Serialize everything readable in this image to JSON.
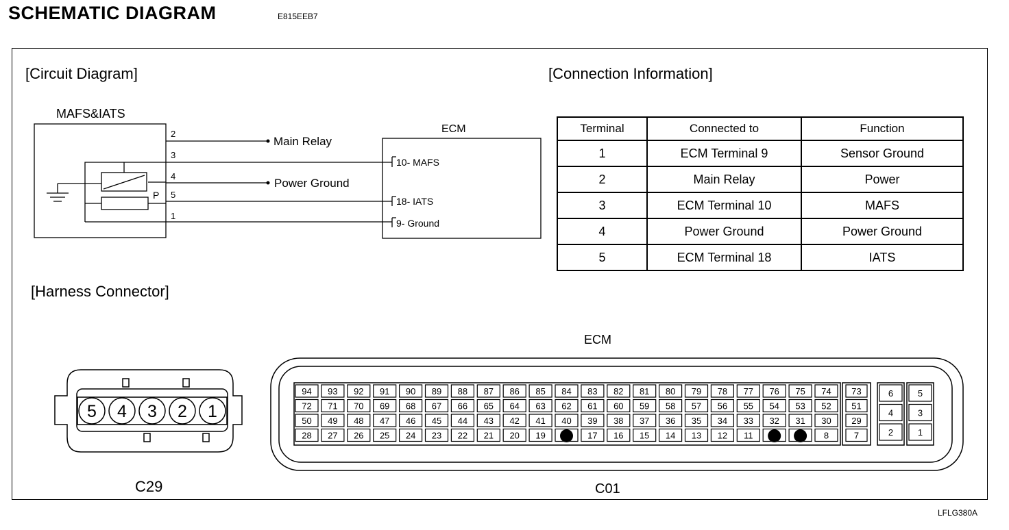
{
  "header": {
    "title": "SCHEMATIC DIAGRAM",
    "code": "E815EEB7"
  },
  "sections": {
    "circuit": "[Circuit Diagram]",
    "connection": "[Connection Information]",
    "harness": "[Harness Connector]"
  },
  "circuit": {
    "sensor_label": "MAFS&IATS",
    "ecm_label": "ECM",
    "p_label": "P",
    "pins": [
      "2",
      "3",
      "4",
      "5",
      "1"
    ],
    "main_relay": "Main Relay",
    "power_ground": "Power Ground",
    "ecm_pins": [
      "10- MAFS",
      "18- IATS",
      "9- Ground"
    ]
  },
  "table": {
    "headers": [
      "Terminal",
      "Connected to",
      "Function"
    ],
    "rows": [
      [
        "1",
        "ECM Terminal 9",
        "Sensor Ground"
      ],
      [
        "2",
        "Main Relay",
        "Power"
      ],
      [
        "3",
        "ECM Terminal 10",
        "MAFS"
      ],
      [
        "4",
        "Power Ground",
        "Power Ground"
      ],
      [
        "5",
        "ECM Terminal 18",
        "IATS"
      ]
    ]
  },
  "harness": {
    "c29_label": "C29",
    "c29_pins": [
      "5",
      "4",
      "3",
      "2",
      "1"
    ],
    "ecm_label": "ECM",
    "c01_label": "C01",
    "grid_rows": [
      [
        "94",
        "93",
        "92",
        "91",
        "90",
        "89",
        "88",
        "87",
        "86",
        "85",
        "84",
        "83",
        "82",
        "81",
        "80",
        "79",
        "78",
        "77",
        "76",
        "75",
        "74"
      ],
      [
        "72",
        "71",
        "70",
        "69",
        "68",
        "67",
        "66",
        "65",
        "64",
        "63",
        "62",
        "61",
        "60",
        "59",
        "58",
        "57",
        "56",
        "55",
        "54",
        "53",
        "52"
      ],
      [
        "50",
        "49",
        "48",
        "47",
        "46",
        "45",
        "44",
        "43",
        "42",
        "41",
        "40",
        "39",
        "38",
        "37",
        "36",
        "35",
        "34",
        "33",
        "32",
        "31",
        "30"
      ],
      [
        "28",
        "27",
        "26",
        "25",
        "24",
        "23",
        "22",
        "21",
        "20",
        "19",
        "●",
        "17",
        "16",
        "15",
        "14",
        "13",
        "12",
        "11",
        "●",
        "●",
        "8"
      ]
    ],
    "side_column": [
      "73",
      "51",
      "29",
      "7"
    ],
    "block_a": [
      "6",
      "4",
      "2"
    ],
    "block_b": [
      "5",
      "3",
      "1"
    ]
  },
  "footer": {
    "code": "LFLG380A"
  }
}
